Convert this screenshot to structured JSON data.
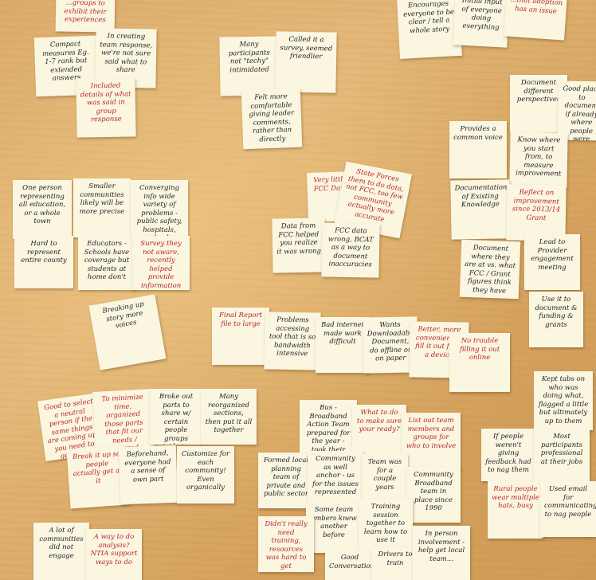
{
  "image": {
    "description": "Photo of a wall covered in handwritten sticky notes from a brainstorming session",
    "ink_colors": {
      "black": "#1d1d2a",
      "red": "#b8242c"
    }
  },
  "notes": [
    {
      "text": "...groups to exhibit their experiences",
      "ink": "red"
    },
    {
      "text": "Compact measures Eg. 1-7 rank but extended answers",
      "ink": "black"
    },
    {
      "text": "In creating team response, we're not sure said what to share",
      "ink": "black"
    },
    {
      "text": "Included details of what was said in group response",
      "ink": "red"
    },
    {
      "text": "Many participants not \"techy\" intimidated",
      "ink": "black"
    },
    {
      "text": "Called it a survey, seemed friendlier",
      "ink": "black"
    },
    {
      "text": "Felt more comfortable giving leader comments, rather than directly",
      "ink": "black"
    },
    {
      "text": "Encourages everyone to be clear / tell a whole story",
      "ink": "black"
    },
    {
      "text": "Initial input of everyone doing everything",
      "ink": "black"
    },
    {
      "text": "...that adoption has an issue",
      "ink": "red"
    },
    {
      "text": "Document different perspectives",
      "ink": "black"
    },
    {
      "text": "Good place to document if already where people were",
      "ink": "black"
    },
    {
      "text": "Provides a common voice",
      "ink": "black"
    },
    {
      "text": "Know where you start from, to measure improvement",
      "ink": "black"
    },
    {
      "text": "Documentation of Existing Knowledge",
      "ink": "black"
    },
    {
      "text": "Reflect on improvement since 2013/14 Grant",
      "ink": "red"
    },
    {
      "text": "One person representing all education, or a whole town",
      "ink": "black"
    },
    {
      "text": "Smaller communities likely will be more precise",
      "ink": "black"
    },
    {
      "text": "Converging info wide variety of problems - public safety, hospitals, schools",
      "ink": "black"
    },
    {
      "text": "Hard to represent entire county",
      "ink": "black"
    },
    {
      "text": "Educators - Schools have coverage but students at home don't",
      "ink": "black"
    },
    {
      "text": "Survey they not aware, recently helped provide information they didn't know",
      "ink": "red"
    },
    {
      "text": "Very little FCC Data",
      "ink": "red"
    },
    {
      "text": "State Forces them to do data, not FCC, too few community actually more accurate",
      "ink": "red"
    },
    {
      "text": "Data from FCC helped you realize it was wrong",
      "ink": "black"
    },
    {
      "text": "FCC data wrong, BCAT as a way to document inaccuracies",
      "ink": "black"
    },
    {
      "text": "Document where they are at vs. what FCC / Grant figures think they have",
      "ink": "black"
    },
    {
      "text": "Lead to Provider engagement meeting",
      "ink": "black"
    },
    {
      "text": "Use it to document & funding & grants",
      "ink": "black"
    },
    {
      "text": "Breaking up story more voices",
      "ink": "black"
    },
    {
      "text": "Final Report file to large",
      "ink": "red"
    },
    {
      "text": "Problems accessing tool that is so bandwidth intensive",
      "ink": "black"
    },
    {
      "text": "Bad internet made work difficult",
      "ink": "black"
    },
    {
      "text": "Wants Downloadable Document, do offline or on paper",
      "ink": "black"
    },
    {
      "text": "Better, more convenient to fill it out from a device",
      "ink": "red"
    },
    {
      "text": "No trouble filling it out online",
      "ink": "red"
    },
    {
      "text": "Kept tabs on who was doing what, flagged a little but ultimately up to them",
      "ink": "black"
    },
    {
      "text": "Good to select a neutral person if the same things are coming up, you need to get them",
      "ink": "red"
    },
    {
      "text": "To minimize time, organized those parts that fit our needs / covered",
      "ink": "red"
    },
    {
      "text": "Broke out parts to share w/ certain people groups outside team",
      "ink": "black"
    },
    {
      "text": "Many reorganized sections, then put it all together",
      "ink": "black"
    },
    {
      "text": "Break it up so people actually get at it",
      "ink": "red"
    },
    {
      "text": "Beforehand, everyone had a sense of own part",
      "ink": "black"
    },
    {
      "text": "Customize for each community! Even organically",
      "ink": "black"
    },
    {
      "text": "Bus - Broadband Action Team prepared for the year - took their team to drive from",
      "ink": "black"
    },
    {
      "text": "What to do to make sure your ready?",
      "ink": "red"
    },
    {
      "text": "List out team members and groups for who to involve",
      "ink": "red"
    },
    {
      "text": "Formed local planning team of private and public sector",
      "ink": "black"
    },
    {
      "text": "Community as well anchor - us for the issues represented",
      "ink": "black"
    },
    {
      "text": "Team was for a couple years",
      "ink": "black"
    },
    {
      "text": "Community Broadband team in place since 1990",
      "ink": "black"
    },
    {
      "text": "Some team embers knew another before",
      "ink": "black"
    },
    {
      "text": "Training session together to learn how to use it",
      "ink": "black"
    },
    {
      "text": "Didn't really need training, resources was hard to get",
      "ink": "red"
    },
    {
      "text": "If people weren't giving feedback had to nag them",
      "ink": "black"
    },
    {
      "text": "Most participants professional at their jobs",
      "ink": "black"
    },
    {
      "text": "Rural people wear multiple hats, busy",
      "ink": "red"
    },
    {
      "text": "Used email for communicating to nag people",
      "ink": "black"
    },
    {
      "text": "A lot of communities did not engage",
      "ink": "black"
    },
    {
      "text": "A way to do analysis? NTIA support ways to do",
      "ink": "red"
    },
    {
      "text": "Good Conversation",
      "ink": "black"
    },
    {
      "text": "Drivers to train",
      "ink": "black"
    },
    {
      "text": "In person involvement - help get local team...",
      "ink": "black"
    }
  ]
}
